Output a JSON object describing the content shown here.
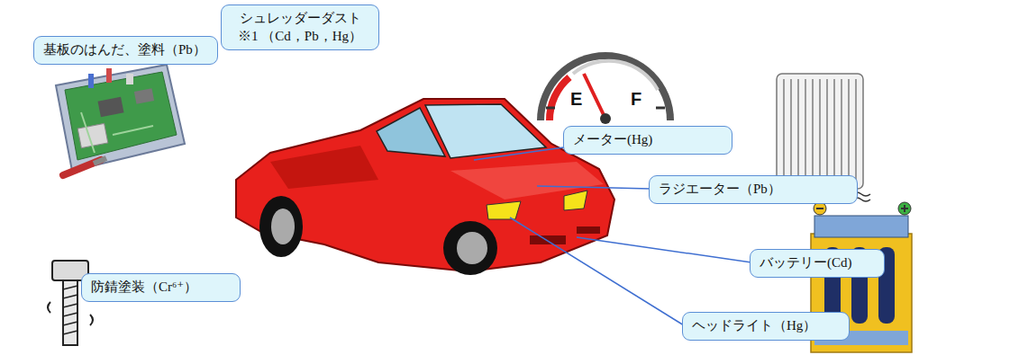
{
  "diagram": {
    "nodes": [
      {
        "text": [
          "基板のはんだ、塗料（Pb）"
        ]
      },
      {
        "text": [
          "シュレッダーダスト※1 （Cd，Pb，Hg）"
        ]
      },
      {
        "text": [
          "メーター(Hg)"
        ]
      },
      {
        "text": [
          "ラジエーター（Pb）"
        ]
      },
      {
        "text": [
          "バッテリー(Cd)"
        ]
      },
      {
        "text": [
          "防錆塗装（Cr⁶⁺）"
        ]
      },
      {
        "text": [
          "ヘッドライト（Hg）"
        ]
      }
    ],
    "labels": [
      "E",
      "F"
    ]
  }
}
